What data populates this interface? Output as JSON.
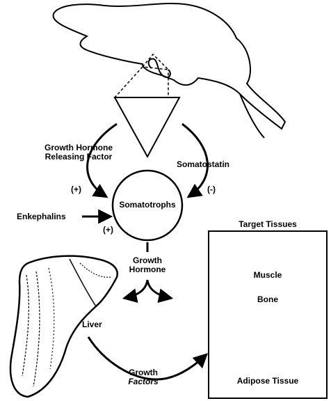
{
  "labels": {
    "ghrf_line1": "Growth Hormone",
    "ghrf_line2": "Releasing Factor",
    "somatostatin": "Somatostatin",
    "plus_left": "(+)",
    "minus_right": "(-)",
    "somatotrophs": "Somatotrophs",
    "enkephalins": "Enkephalins",
    "plus_enk": "(+)",
    "growth_hormone_line1": "Growth",
    "growth_hormone_line2": "Hormone",
    "liver": "Liver",
    "growth_factors_line1": "Growth",
    "growth_factors_line2": "Factors"
  },
  "target_tissues": {
    "title": "Target Tissues",
    "items": [
      "Muscle",
      "Bone",
      "Adipose Tissue"
    ]
  }
}
